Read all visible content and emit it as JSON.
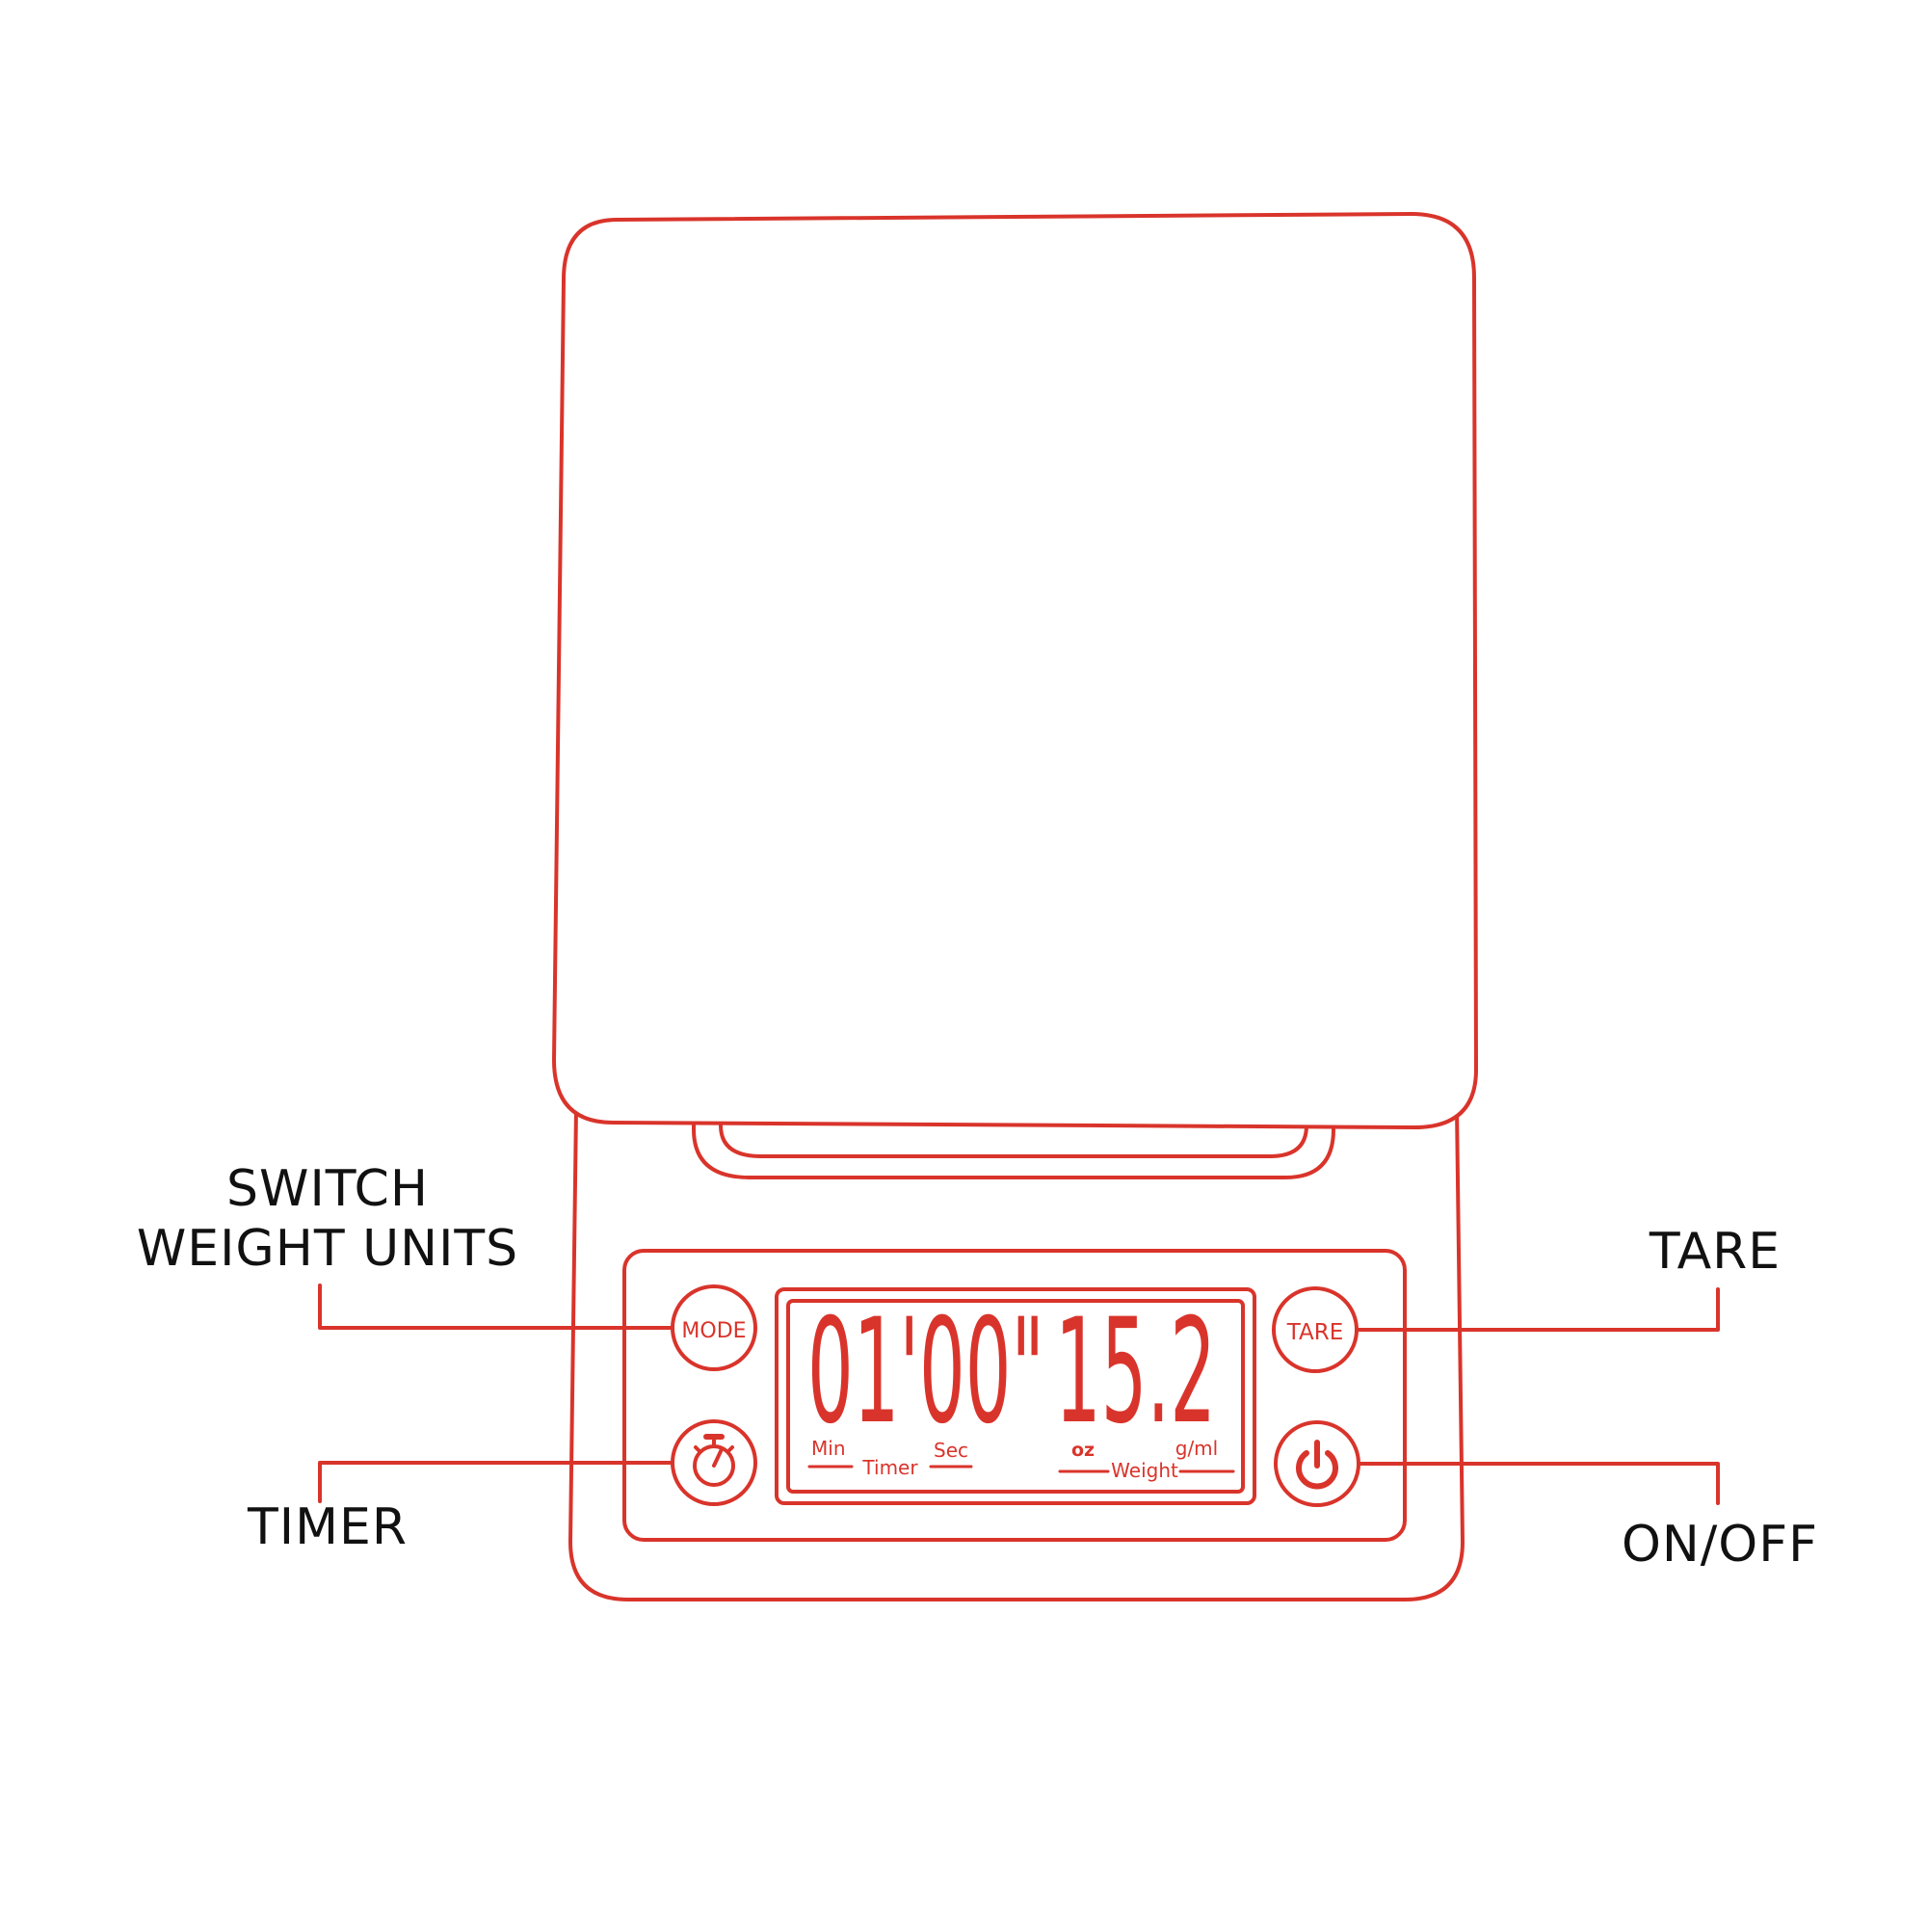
{
  "colors": {
    "outline": "#d9342b",
    "label": "#111111",
    "background": "#ffffff"
  },
  "callouts": {
    "switch_units_line1": "SWITCH",
    "switch_units_line2": "WEIGHT UNITS",
    "tare": "TARE",
    "timer": "TIMER",
    "on_off": "ON/OFF"
  },
  "buttons": {
    "mode_label": "MODE",
    "tare_label": "TARE",
    "timer_icon": "stopwatch-icon",
    "power_icon": "power-icon"
  },
  "display": {
    "time_value": "01'00\"",
    "weight_value": "15.2",
    "min_label": "Min",
    "timer_label": "Timer",
    "sec_label": "Sec",
    "oz_label": "oz",
    "weight_label": "Weight",
    "gml_label": "g/ml"
  }
}
